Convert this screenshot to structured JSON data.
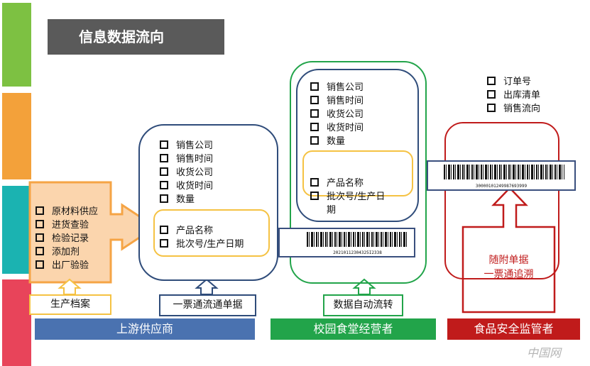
{
  "title": "信息数据流向",
  "colors": {
    "sidebar": [
      "#7dc142",
      "#f3a13a",
      "#1bb3b1",
      "#e8445a"
    ],
    "upstream_blue": "#2f4c7a",
    "campus_green": "#22a44a",
    "regulator_red": "#c01b1b",
    "orange": "#f5a445",
    "yellow": "#f5c243"
  },
  "production_archive": {
    "items": [
      "原材料供应",
      "进货查验",
      "检验记录",
      "添加剂",
      "出厂验验"
    ],
    "label": "生产档案"
  },
  "upstream_box": {
    "items": [
      "销售公司",
      "销售时间",
      "收货公司",
      "收货时间",
      "数量"
    ],
    "inner_items": [
      "产品名称",
      "批次号/生产日期"
    ]
  },
  "campus_box": {
    "items": [
      "销售公司",
      "销售时间",
      "收货公司",
      "收货时间",
      "数量"
    ],
    "inner_items": [
      "产品名称",
      "批次号/生产日",
      "期"
    ]
  },
  "regulator_items": [
    "订单号",
    "出库清单",
    "销售流向"
  ],
  "barcode_1": "20210112304325I2338",
  "barcode_2": "30000101249987693999",
  "ticket_label": "一票通流通单据",
  "auto_flow_label": "数据自动流转",
  "trace_label": {
    "line1": "随附单据",
    "line2": "一票通追溯"
  },
  "bottom_bars": {
    "upstream": "上游供应商",
    "campus": "校园食堂经营者",
    "regulator": "食品安全监管者"
  },
  "watermark": "中国网"
}
